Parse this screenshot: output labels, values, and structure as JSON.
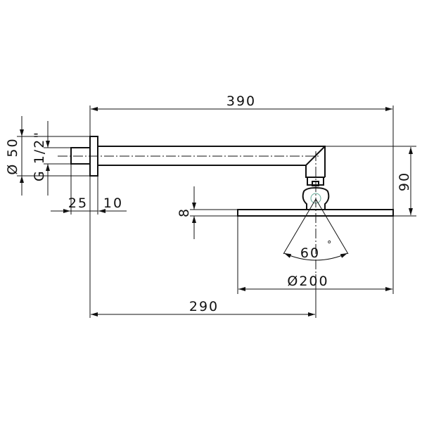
{
  "dimensions": {
    "overall_length": "390",
    "drop_height": "90",
    "head_thickness": "8",
    "spray_angle": "60",
    "degree_symbol": "°",
    "head_diameter": "Ø200",
    "arm_projection": "290",
    "flange_diameter": "Ø 50",
    "thread": "G 1/2\"",
    "nipple_length": "25",
    "flange_thickness": "10"
  },
  "colors": {
    "line": "#111111",
    "background": "#ffffff"
  }
}
